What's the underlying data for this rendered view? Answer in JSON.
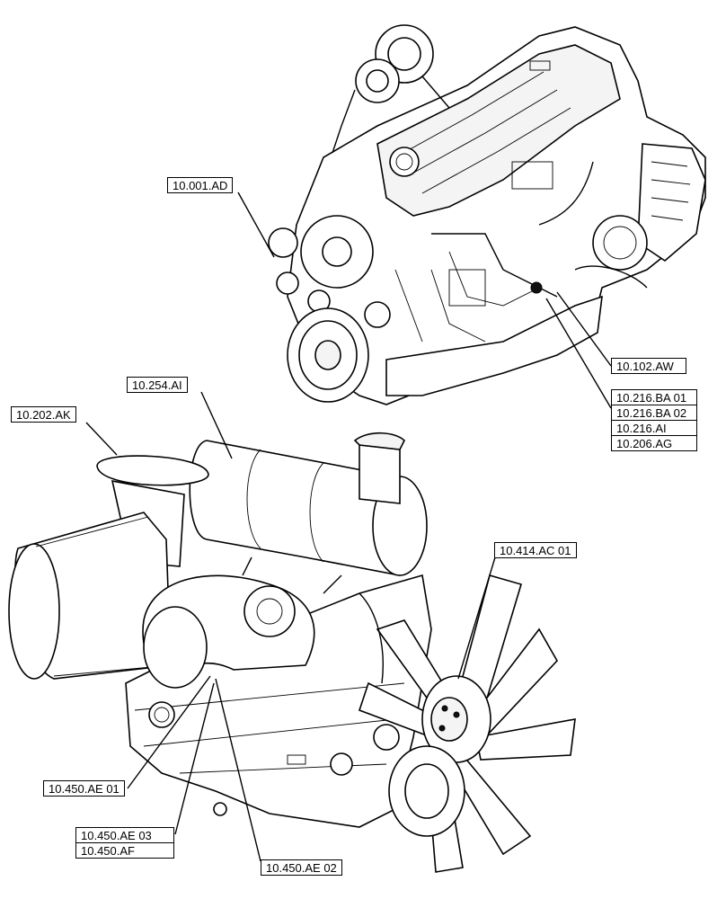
{
  "callouts": {
    "c_10_001_ad": "10.001.AD",
    "c_10_102_aw": "10.102.AW",
    "c_10_216_ba_01": "10.216.BA 01",
    "c_10_216_ba_02": "10.216.BA 02",
    "c_10_216_ai": "10.216.AI",
    "c_10_206_ag": "10.206.AG",
    "c_10_254_ai": "10.254.AI",
    "c_10_202_ak": "10.202.AK",
    "c_10_414_ac_01": "10.414.AC 01",
    "c_10_450_ae_01": "10.450.AE 01",
    "c_10_450_ae_03": "10.450.AE 03",
    "c_10_450_af": "10.450.AF",
    "c_10_450_ae_02": "10.450.AE 02"
  }
}
